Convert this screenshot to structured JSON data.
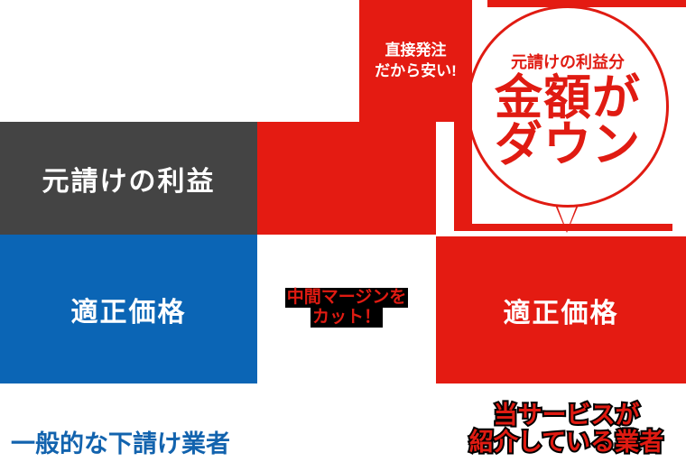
{
  "colors": {
    "red": "#e41b12",
    "red_text": "#e01b12",
    "blue": "#0b65b5",
    "blue_text": "#1263ae",
    "gray": "#444444",
    "black": "#000000",
    "white": "#ffffff"
  },
  "left_column": {
    "profit_box_label": "元請けの利益",
    "fair_price_box_label": "適正価格",
    "caption": "一般的な下請け業者"
  },
  "middle": {
    "cut_text_line1": "中間マージンを",
    "cut_text_line2": "カット！"
  },
  "callout": {
    "direct_order_line1": "直接発注",
    "direct_order_line2": "だから安い!"
  },
  "bubble": {
    "small_text": "元請けの利益分",
    "big_line1": "金額が",
    "big_line2": "ダウン"
  },
  "right_column": {
    "fair_price_box_label": "適正価格",
    "caption_line1": "当サービスが",
    "caption_line2": "紹介している業者"
  }
}
